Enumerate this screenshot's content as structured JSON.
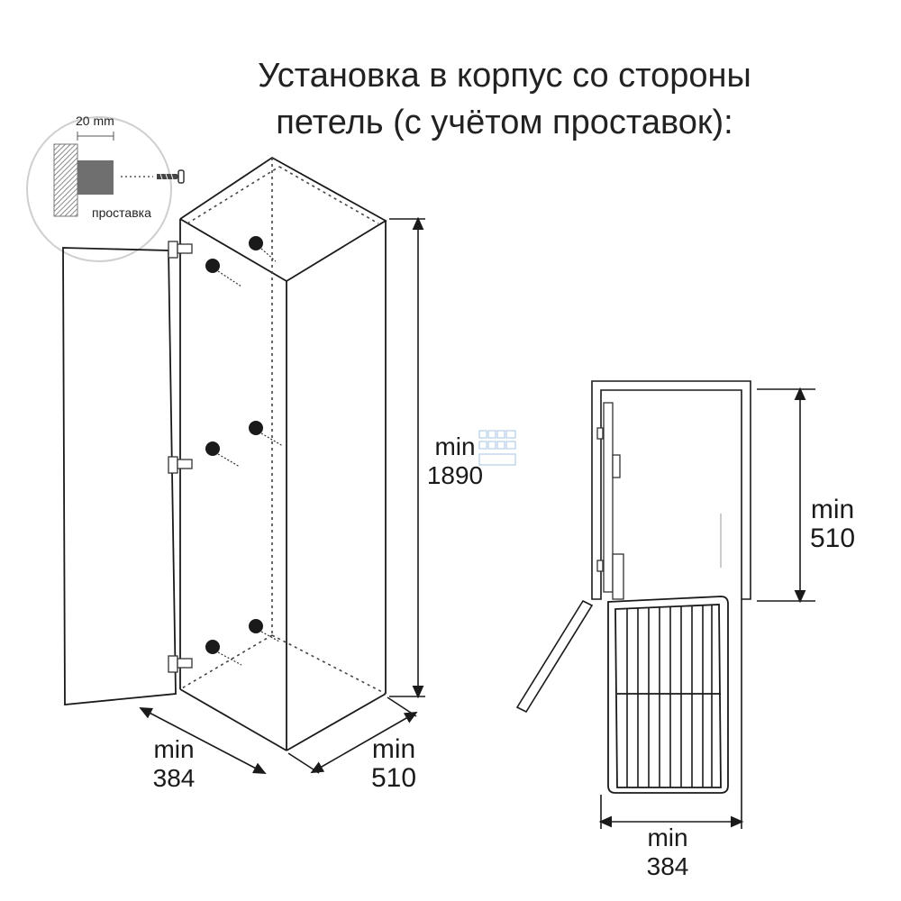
{
  "title": {
    "line1": "Установка в корпус со стороны",
    "line2": "петель (с учётом проставок):"
  },
  "inset": {
    "dimension_label": "20 mm",
    "spacer_label": "проставка"
  },
  "dimensions": {
    "height": {
      "min_label": "min",
      "value": "1890"
    },
    "width_left": {
      "min_label": "min",
      "value": "384"
    },
    "depth_left": {
      "min_label": "min",
      "value": "510"
    },
    "depth_right": {
      "min_label": "min",
      "value": "510"
    },
    "width_right": {
      "min_label": "min",
      "value": "384"
    }
  },
  "colors": {
    "line": "#1a1a1a",
    "dashed": "#444444",
    "inset_border": "#cfcfcf",
    "wall_hatch": "#9a9a9a",
    "spacer_fill": "#7a7a7a",
    "watermark": "#b9d3ea"
  }
}
